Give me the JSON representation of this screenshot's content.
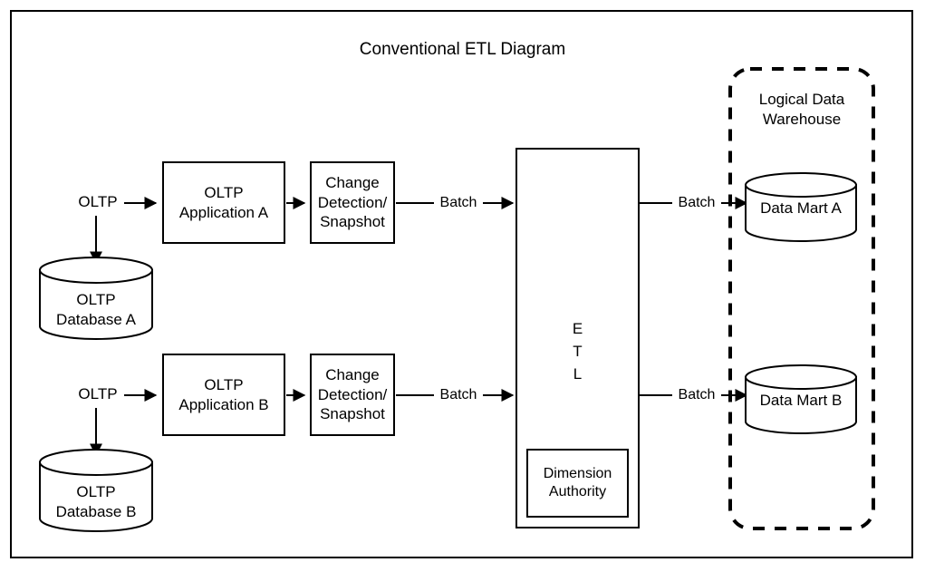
{
  "figure": {
    "title": "Conventional ETL Diagram",
    "type": "flow-diagram",
    "background": "#ffffff",
    "stroke": "#000000"
  },
  "sources": [
    {
      "entry_label": "OLTP",
      "database": "OLTP\nDatabase A",
      "application": "OLTP\nApplication A",
      "change": "Change\nDetection/\nSnapshot",
      "batch_label": "Batch"
    },
    {
      "entry_label": "OLTP",
      "database": "OLTP\nDatabase B",
      "application": "OLTP\nApplication B",
      "change": "Change\nDetection/\nSnapshot",
      "batch_label": "Batch"
    }
  ],
  "etl": {
    "label": "E\nT\nL",
    "inner_box": "Dimension\nAuthority"
  },
  "warehouse": {
    "title": "Logical Data\nWarehouse",
    "marts": [
      {
        "label": "Data Mart A",
        "batch_label": "Batch"
      },
      {
        "label": "Data Mart B",
        "batch_label": "Batch"
      }
    ]
  }
}
